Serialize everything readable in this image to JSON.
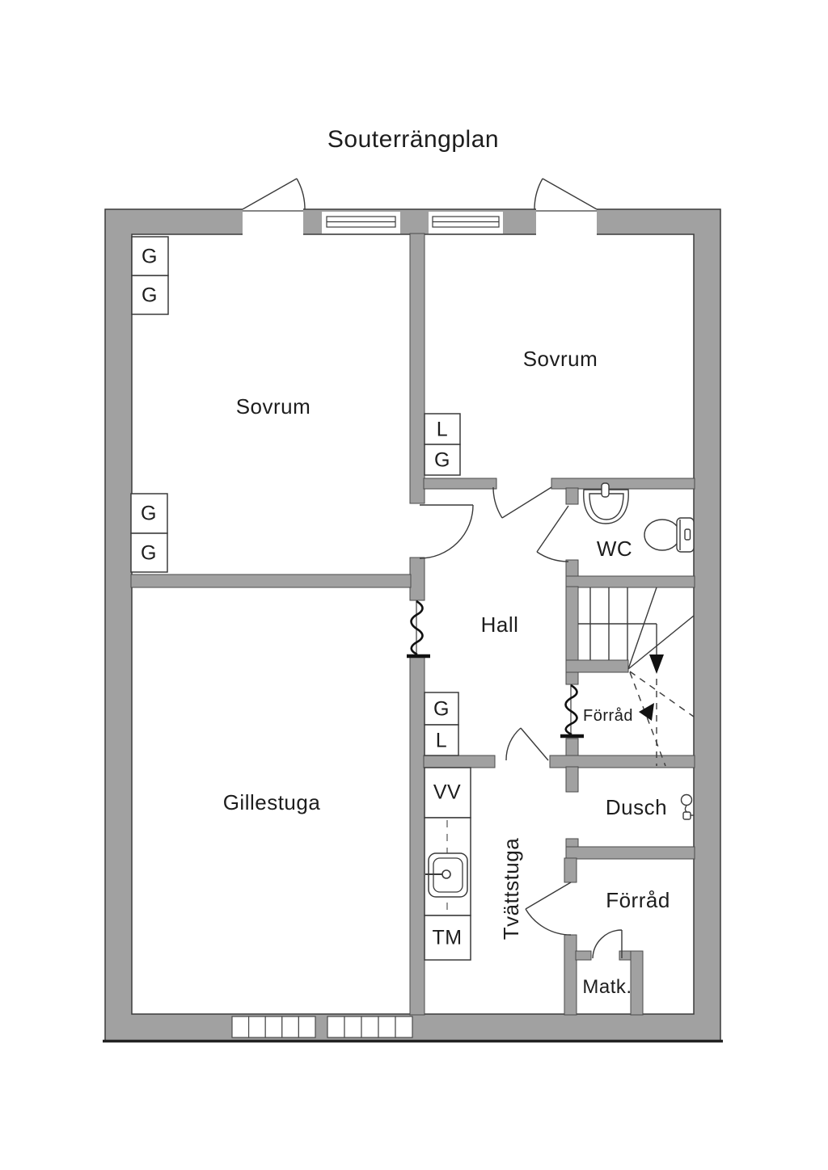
{
  "title": "Souterrängplan",
  "colors": {
    "wall": "#a1a1a1",
    "line": "#3a3a3a",
    "text": "#1d1d1d",
    "tick": "#111111"
  },
  "rooms": [
    {
      "id": "sovrum-left",
      "label": "Sovrum"
    },
    {
      "id": "sovrum-right",
      "label": "Sovrum"
    },
    {
      "id": "wc",
      "label": "WC"
    },
    {
      "id": "hall",
      "label": "Hall"
    },
    {
      "id": "forrad-stair",
      "label": "Förråd"
    },
    {
      "id": "gillestuga",
      "label": "Gillestuga"
    },
    {
      "id": "dusch",
      "label": "Dusch"
    },
    {
      "id": "tvattstuga",
      "label": "Tvättstuga"
    },
    {
      "id": "forrad",
      "label": "Förråd"
    },
    {
      "id": "matkallare",
      "label": "Matk."
    }
  ],
  "fixtures": {
    "closets": [
      "G",
      "G",
      "G",
      "G",
      "L",
      "G",
      "G",
      "L"
    ],
    "water_heater": "VV",
    "washing_machine": "TM",
    "icons": [
      "sink-icon",
      "toilet-icon",
      "shower-icon",
      "laundry-sink-icon",
      "stairs-down-arrow",
      "stairs-up-arrow"
    ]
  }
}
